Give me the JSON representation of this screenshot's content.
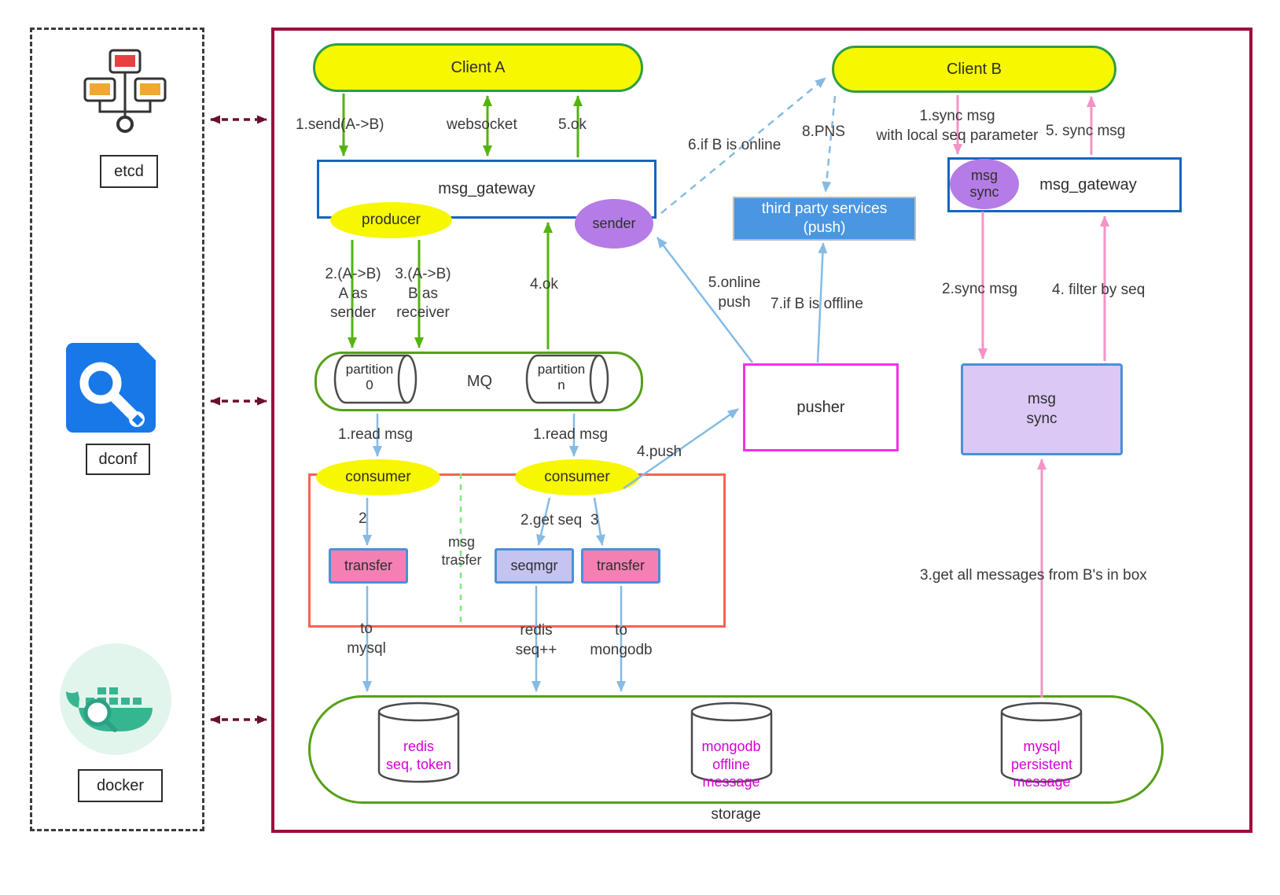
{
  "infra_panel": {
    "etcd": "etcd",
    "dconf": "dconf",
    "docker": "docker"
  },
  "icons": {
    "etcd": "cluster-monitors-icon",
    "dconf": "wrench-settings-icon",
    "docker": "docker-whale-icon"
  },
  "nodes": {
    "client_a": "Client A",
    "client_b": "Client B",
    "gateway_left": "msg_gateway",
    "gateway_right": "msg_gateway",
    "producer": "producer",
    "sender": "sender",
    "msg_sync_badge": "msg\nsync",
    "third_party": "third party services\n(push)",
    "mq": "MQ",
    "partition_0": "partition\n0",
    "partition_n": "partition\nn",
    "pusher": "pusher",
    "msg_sync": "msg\nsync",
    "consumer_left": "consumer",
    "consumer_right": "consumer",
    "transfer_left": "transfer",
    "msg_trasfer": "msg\ntrasfer",
    "seqmgr": "seqmgr",
    "transfer_right": "transfer",
    "storage": "storage",
    "redis": "redis\nseq, token",
    "mongodb": "mongodb\noffline\nmessage",
    "mysql": "mysql\npersistent\nmessage"
  },
  "edge_labels": {
    "send_a_b": "1.send(A->B)",
    "websocket": "websocket",
    "ok_5": "5.ok",
    "if_b_online": "6.if B is online",
    "pns": "8.PNS",
    "sync_msg_local_seq": "1.sync msg\nwith local seq parameter",
    "sync_msg_5": "5. sync msg",
    "a_as_sender": "2.(A->B)\nA as\nsender",
    "b_as_receiver": "3.(A->B)\nB as\nreceiver",
    "ok_4": "4.ok",
    "online_push": "5.online\npush",
    "if_b_offline": "7.if B is offline",
    "sync_msg_2": "2.sync msg",
    "filter_by_seq": "4. filter by seq",
    "read_msg_left": "1.read msg",
    "read_msg_right": "1.read msg",
    "push_4": "4.push",
    "step_2": "2",
    "get_seq": "2.get seq",
    "step_3": "3",
    "to_mysql": "to\nmysql",
    "redis_seq_inc": "redis\nseq++",
    "to_mongodb": "to\nmongodb",
    "get_all_messages": "3.get all messages from B's in box"
  },
  "colors": {
    "main_border": "#9e0d3f",
    "client_fill": "#f7f700",
    "client_border": "#2f9e44",
    "gateway_border": "#1565c0",
    "purple_ellipse": "#b57ce8",
    "third_party_fill": "#4a96e2",
    "mq_storage_border": "#56a019",
    "pusher_border": "#f431e8",
    "msg_sync_fill": "#dbc8f5",
    "msg_sync_border": "#4a90d9",
    "consumer_group_border": "#fa6255",
    "transfer_fill": "#f47fb2",
    "seqmgr_fill": "#c5c3f0",
    "db_label_text": "#d400d4",
    "green_arrow": "#53b40f",
    "blue_arrow": "#85bbe5",
    "pink_arrow": "#f493c6",
    "maroon_arrow": "#6b0f2d",
    "msg_trasfer_divider": "#7ee87e"
  }
}
